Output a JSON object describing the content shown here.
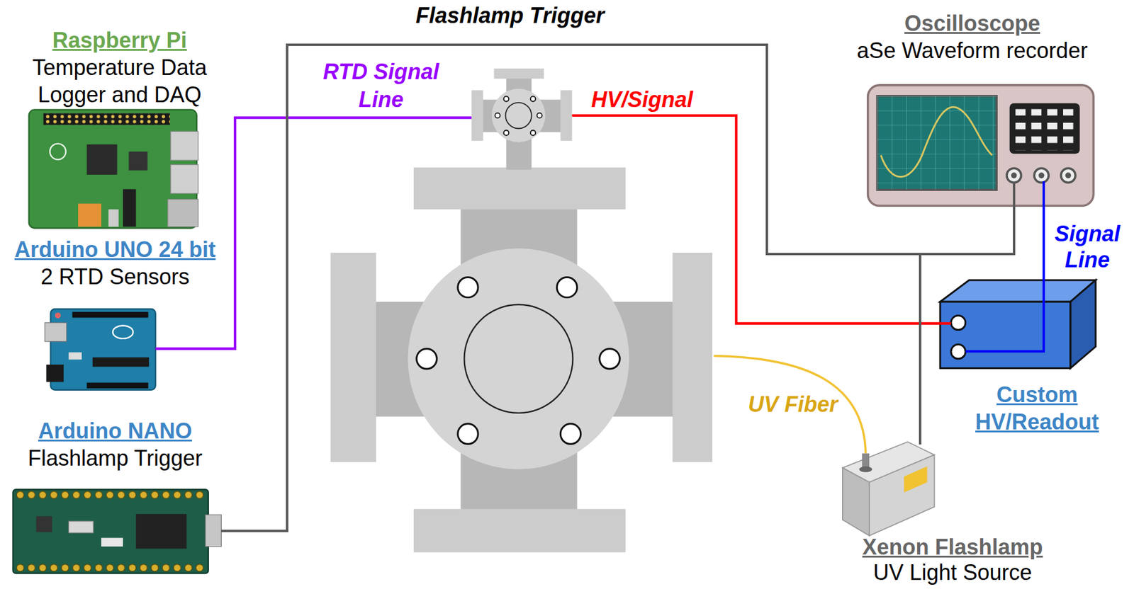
{
  "diagram": {
    "nodes": [
      {
        "text": [
          "Raspberry Pi",
          "Temperature Data Logger and DAQ"
        ]
      },
      {
        "text": [
          "Arduino UNO 24 bit",
          "2 RTD Sensors"
        ]
      },
      {
        "text": [
          "Arduino NANO",
          "Flashlamp Trigger"
        ]
      },
      {
        "text": [
          "Oscilloscope",
          "aSe Waveform recorder"
        ]
      },
      {
        "text": [
          "Custom HV/Readout"
        ]
      },
      {
        "text": [
          "Xenon Flashlamp",
          "UV Light Source"
        ]
      }
    ],
    "edges": [
      {
        "from": 2,
        "to": 3,
        "label": "Flashlamp Trigger",
        "arrow": "none"
      },
      {
        "from": 2,
        "to": 5,
        "arrow": "none"
      },
      {
        "from": 4,
        "to": 3,
        "label": "Signal Line",
        "arrow": "none"
      }
    ],
    "labels": [
      "RTD Signal Line",
      "HV/Signal",
      "UV Fiber"
    ]
  }
}
